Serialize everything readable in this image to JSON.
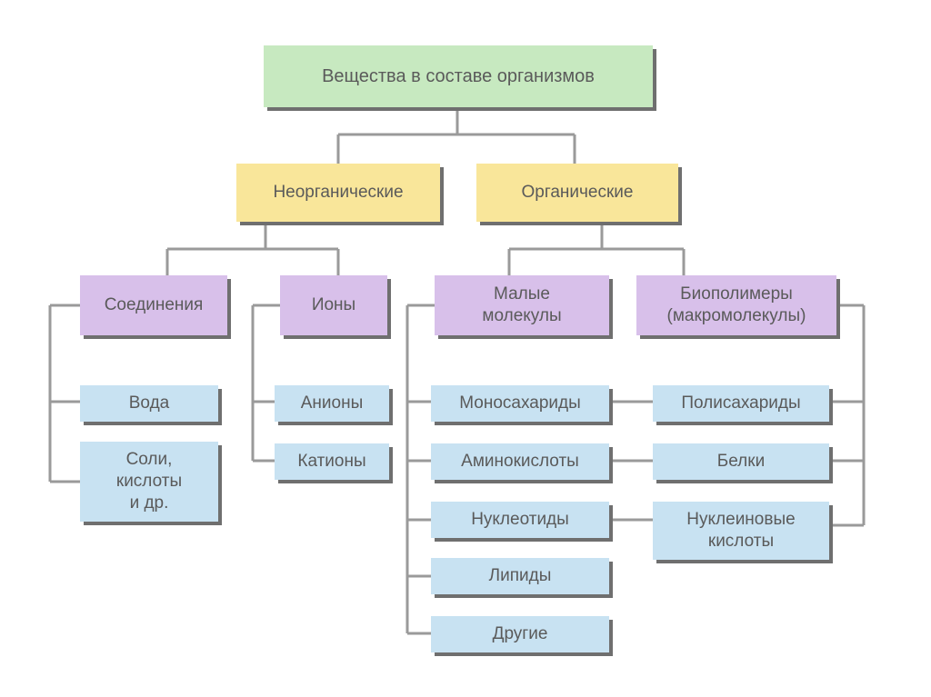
{
  "diagram": {
    "root": "Вещества в составе организмов",
    "inorganic": "Неорганические",
    "organic": "Органические",
    "compounds": "Соединения",
    "ions": "Ионы",
    "small_molecules": "Малые\nмолекулы",
    "biopolymers": "Биополимеры\n(макромолекулы)",
    "water": "Вода",
    "salts": "Соли,\nкислоты\nи др.",
    "anions": "Анионы",
    "cations": "Катионы",
    "monosaccharides": "Моносахариды",
    "amino_acids": "Аминокислоты",
    "nucleotides": "Нуклеотиды",
    "lipids": "Липиды",
    "others": "Другие",
    "polysaccharides": "Полисахариды",
    "proteins": "Белки",
    "nucleic_acids": "Нуклеиновые\nкислоты"
  },
  "colors": {
    "level1": "#c7e9c0",
    "level2": "#f9e69a",
    "level3": "#d8c0ea",
    "level4": "#c8e2f2",
    "connector": "#9a9a9a"
  }
}
